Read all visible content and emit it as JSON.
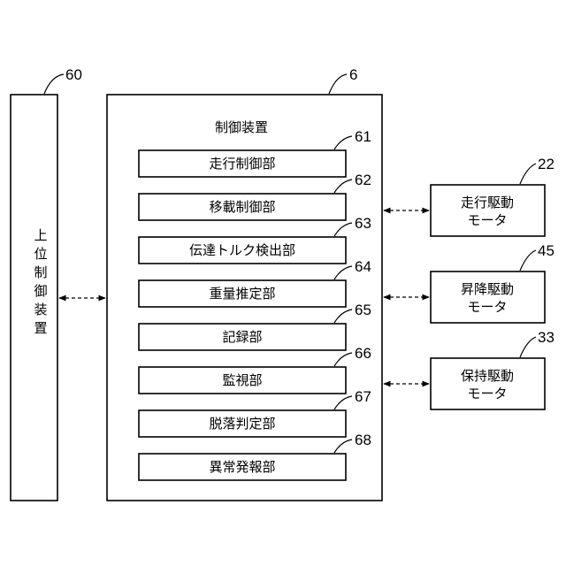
{
  "host": {
    "label": "上位制御装置",
    "ref": "60"
  },
  "controller": {
    "title": "制御装置",
    "ref": "6"
  },
  "units": [
    {
      "label": "走行制御部",
      "ref": "61"
    },
    {
      "label": "移載制御部",
      "ref": "62"
    },
    {
      "label": "伝達トルク検出部",
      "ref": "63"
    },
    {
      "label": "重量推定部",
      "ref": "64"
    },
    {
      "label": "記録部",
      "ref": "65"
    },
    {
      "label": "監視部",
      "ref": "66"
    },
    {
      "label": "脱落判定部",
      "ref": "67"
    },
    {
      "label": "異常発報部",
      "ref": "68"
    }
  ],
  "motors": [
    {
      "line1": "走行駆動",
      "line2": "モータ",
      "ref": "22"
    },
    {
      "line1": "昇降駆動",
      "line2": "モータ",
      "ref": "45"
    },
    {
      "line1": "保持駆動",
      "line2": "モータ",
      "ref": "33"
    }
  ]
}
